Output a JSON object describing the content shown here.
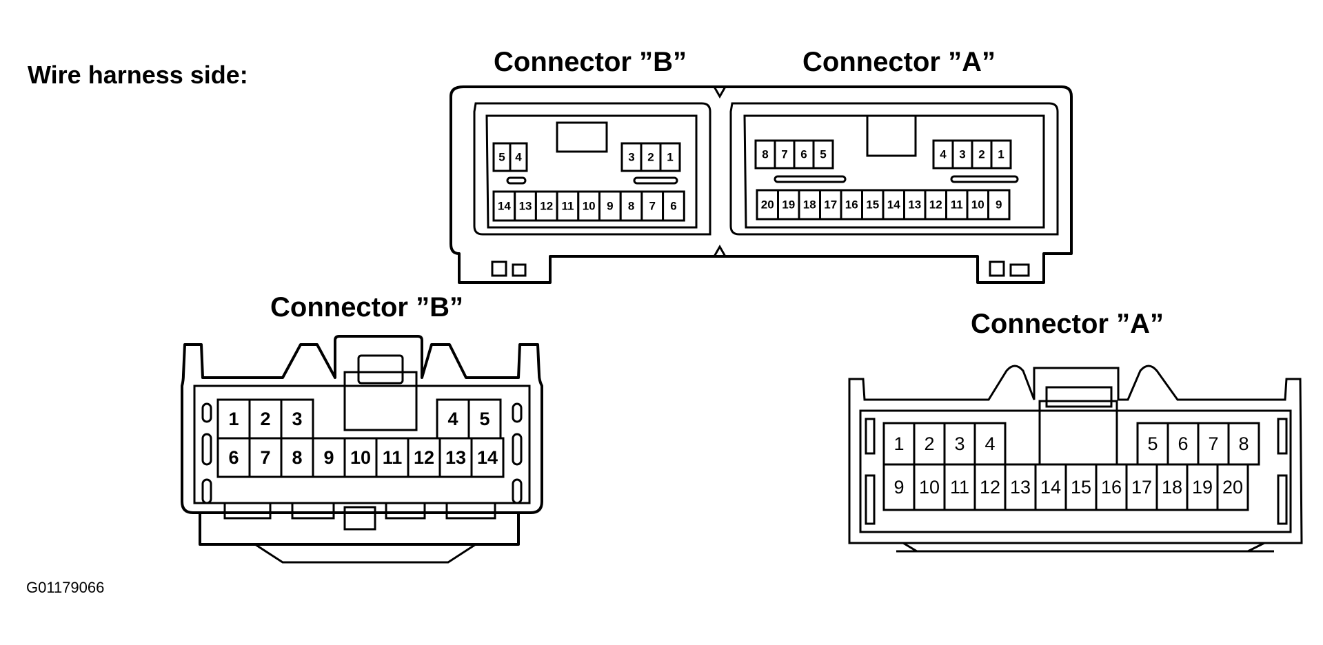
{
  "title": "Wire harness side:",
  "figure_code": "G01179066",
  "top_view": {
    "connector_b_label": "Connector ”B”",
    "connector_a_label": "Connector ”A”",
    "connector_b": {
      "row1_left": [
        "5",
        "4"
      ],
      "row1_right": [
        "3",
        "2",
        "1"
      ],
      "row2": [
        "14",
        "13",
        "12",
        "11",
        "10",
        "9",
        "8",
        "7",
        "6"
      ]
    },
    "connector_a": {
      "row1_left": [
        "8",
        "7",
        "6",
        "5"
      ],
      "row1_right": [
        "4",
        "3",
        "2",
        "1"
      ],
      "row2": [
        "20",
        "19",
        "18",
        "17",
        "16",
        "15",
        "14",
        "13",
        "12",
        "11",
        "10",
        "9"
      ]
    }
  },
  "bottom_left": {
    "label": "Connector ”B”",
    "row1_left": [
      "1",
      "2",
      "3"
    ],
    "row1_right": [
      "4",
      "5"
    ],
    "row2": [
      "6",
      "7",
      "8",
      "9",
      "10",
      "11",
      "12",
      "13",
      "14"
    ]
  },
  "bottom_right": {
    "label": "Connector ”A”",
    "row1_left": [
      "1",
      "2",
      "3",
      "4"
    ],
    "row1_right": [
      "5",
      "6",
      "7",
      "8"
    ],
    "row2": [
      "9",
      "10",
      "11",
      "12",
      "13",
      "14",
      "15",
      "16",
      "17",
      "18",
      "19",
      "20"
    ]
  }
}
